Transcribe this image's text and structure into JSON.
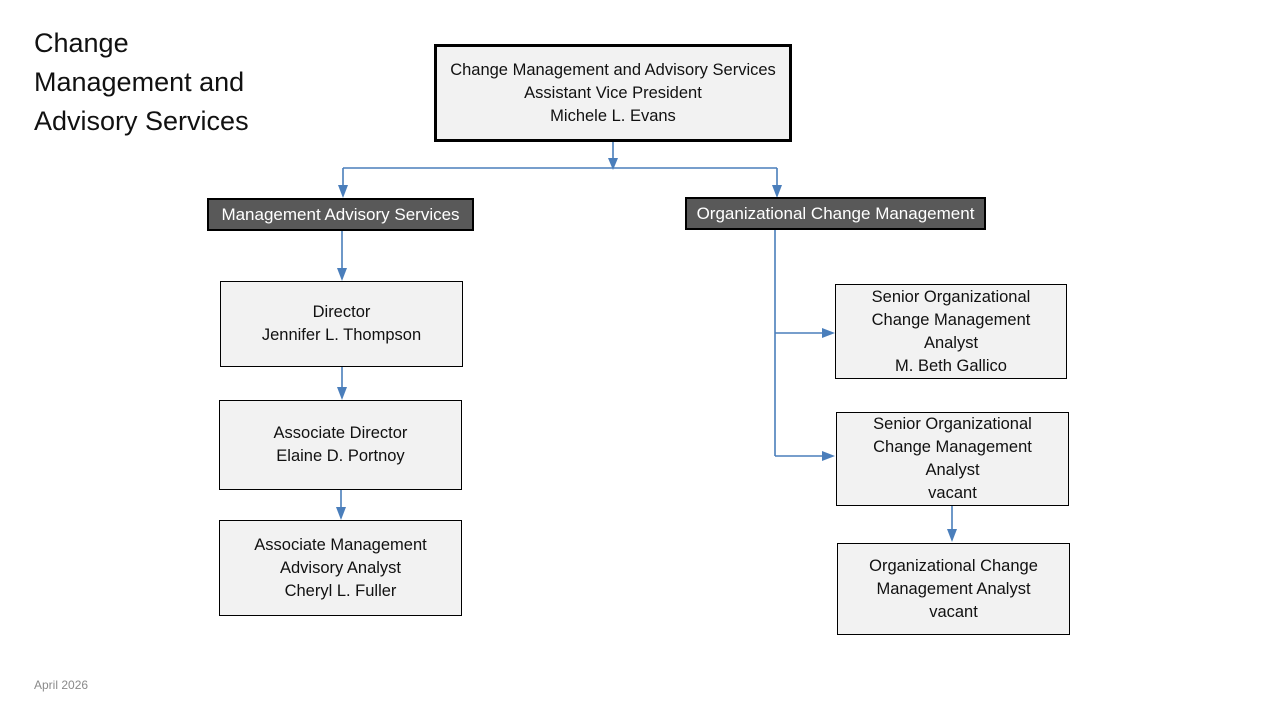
{
  "slide": {
    "title": "Change\nManagement and\nAdvisory Services",
    "footer_date": "April 2026",
    "background_color": "#FFFFFF"
  },
  "colors": {
    "box_fill": "#F2F2F2",
    "box_border": "#000000",
    "unit_fill": "#595959",
    "unit_text": "#FFFFFF",
    "connector": "#4A7EBB",
    "footer_text": "#8A8A8A"
  },
  "chart_data": {
    "type": "diagram",
    "title": "Change Management and Advisory Services",
    "nodes": [
      {
        "id": "root",
        "style": "root",
        "lines": [
          "Change Management and Advisory Services",
          "Assistant Vice President",
          "Michele L. Evans"
        ],
        "text": "Change Management and Advisory Services\nAssistant Vice President\nMichele L. Evans"
      },
      {
        "id": "unit-mas",
        "style": "unit",
        "lines": [
          "Management Advisory Services"
        ],
        "text": "Management Advisory Services"
      },
      {
        "id": "unit-ocm",
        "style": "unit",
        "lines": [
          "Organizational Change Management"
        ],
        "text": "Organizational Change Management"
      },
      {
        "id": "mas-director",
        "style": "plain",
        "lines": [
          "Director",
          "Jennifer L. Thompson"
        ],
        "text": "Director\nJennifer L. Thompson"
      },
      {
        "id": "mas-assoc-director",
        "style": "plain",
        "lines": [
          "Associate Director",
          "Elaine D. Portnoy"
        ],
        "text": "Associate Director\nElaine D. Portnoy"
      },
      {
        "id": "mas-assoc-analyst",
        "style": "plain",
        "lines": [
          "Associate Management",
          "Advisory Analyst",
          "Cheryl L. Fuller"
        ],
        "text": "Associate Management\nAdvisory Analyst\nCheryl L. Fuller"
      },
      {
        "id": "ocm-senior-gallico",
        "style": "plain",
        "lines": [
          "Senior Organizational",
          "Change Management",
          "Analyst",
          "M. Beth Gallico"
        ],
        "text": "Senior Organizational\nChange Management\nAnalyst\nM. Beth Gallico"
      },
      {
        "id": "ocm-senior-vacant",
        "style": "plain",
        "lines": [
          "Senior Organizational",
          "Change Management",
          "Analyst",
          "vacant"
        ],
        "text": "Senior Organizational\nChange Management\nAnalyst\nvacant"
      },
      {
        "id": "ocm-analyst-vacant",
        "style": "plain",
        "lines": [
          "Organizational Change",
          "Management Analyst",
          "vacant"
        ],
        "text": "Organizational Change\nManagement Analyst\nvacant"
      }
    ],
    "edges": [
      {
        "from": "root",
        "to": "unit-mas"
      },
      {
        "from": "root",
        "to": "unit-ocm"
      },
      {
        "from": "unit-mas",
        "to": "mas-director"
      },
      {
        "from": "mas-director",
        "to": "mas-assoc-director"
      },
      {
        "from": "mas-assoc-director",
        "to": "mas-assoc-analyst"
      },
      {
        "from": "unit-ocm",
        "to": "ocm-senior-gallico"
      },
      {
        "from": "unit-ocm",
        "to": "ocm-senior-vacant"
      },
      {
        "from": "ocm-senior-vacant",
        "to": "ocm-analyst-vacant"
      }
    ]
  }
}
